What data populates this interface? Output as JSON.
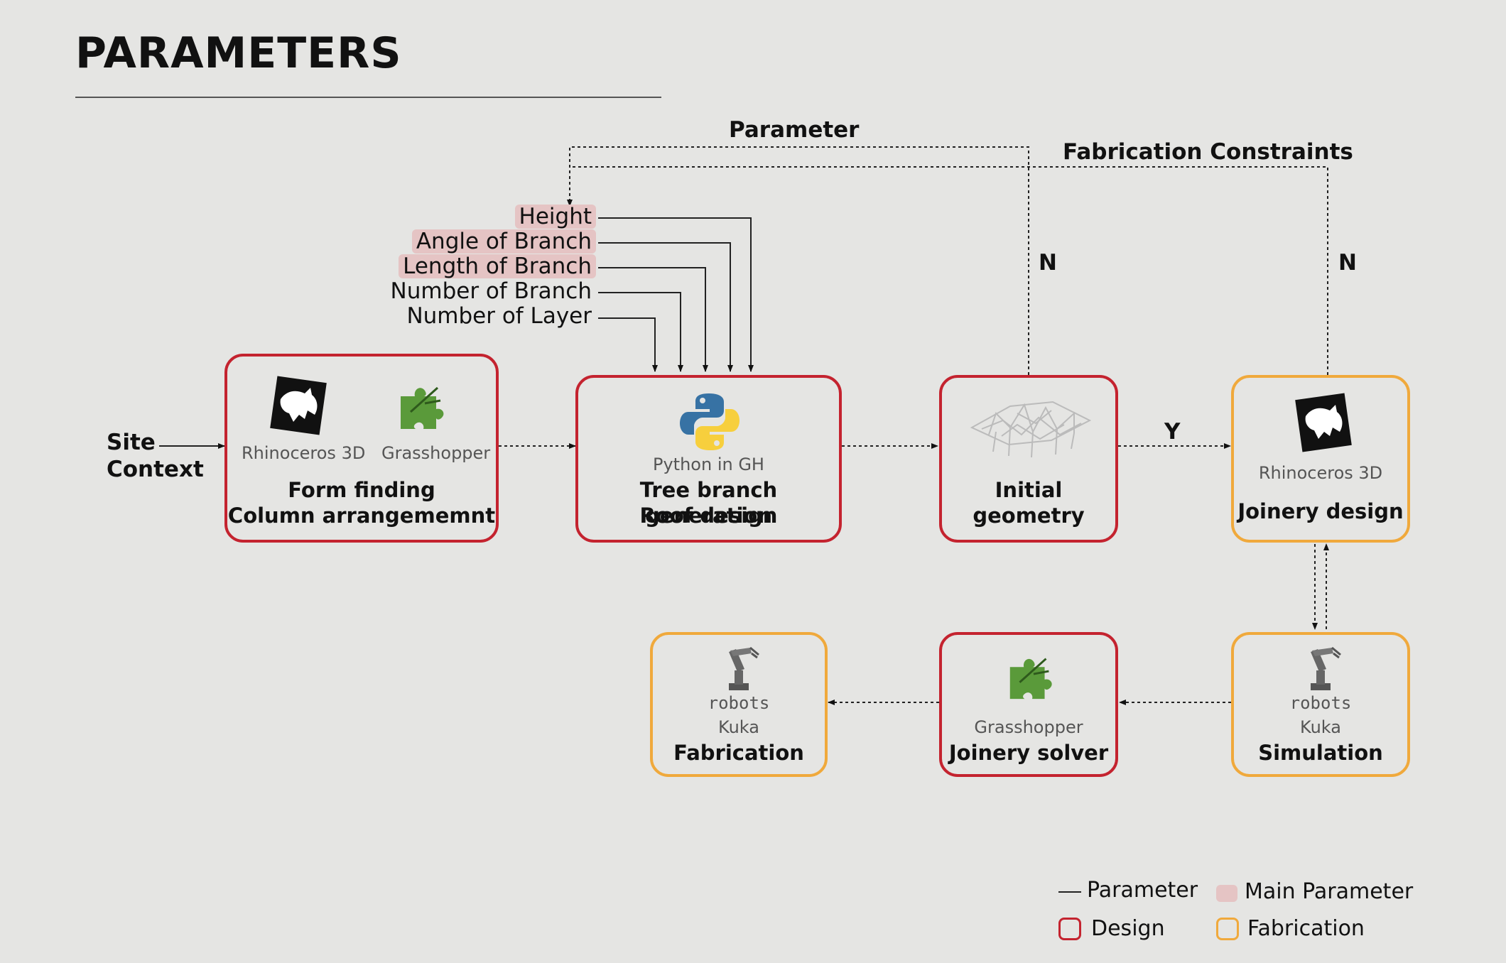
{
  "header": {
    "title": "PARAMETERS"
  },
  "edges": {
    "parameter": "Parameter",
    "fabrication_constraints": "Fabrication Constraints",
    "n1": "N",
    "n2": "N",
    "y": "Y",
    "site_line1": "Site",
    "site_line2": "Context"
  },
  "parameters": [
    {
      "label": "Height",
      "main": true
    },
    {
      "label": "Angle of Branch",
      "main": true
    },
    {
      "label": "Length of Branch",
      "main": true
    },
    {
      "label": "Number of Branch",
      "main": false
    },
    {
      "label": "Number of Layer",
      "main": false
    }
  ],
  "nodes": {
    "form": {
      "tool1": "Rhinoceros 3D",
      "tool2": "Grasshopper",
      "line1": "Form finding",
      "line2": "Column arrangememnt",
      "kind": "Design"
    },
    "tree": {
      "tool": "Python in GH",
      "line1": "Tree branch generation",
      "line2": "Roof design",
      "kind": "Design"
    },
    "initial": {
      "line1": "Initial",
      "line2": "geometry",
      "kind": "Design"
    },
    "joinery": {
      "tool": "Rhinoceros 3D",
      "line1": "Joinery design",
      "kind": "Fabrication"
    },
    "simulation": {
      "tool_mono": "robots",
      "tool": "Kuka",
      "line1": "Simulation",
      "kind": "Fabrication"
    },
    "solver": {
      "tool": "Grasshopper",
      "line1": "Joinery solver",
      "kind": "Design"
    },
    "fabrication": {
      "tool_mono": "robots",
      "tool": "Kuka",
      "line1": "Fabrication",
      "kind": "Fabrication"
    }
  },
  "legend": {
    "parameter": "Parameter",
    "main_parameter": "Main Parameter",
    "design": "Design",
    "fabrication": "Fabrication"
  },
  "colors": {
    "design": "#c4232f",
    "fabrication": "#f0a93c",
    "main_parameter": "#e5c4c4",
    "background": "#e5e5e3"
  }
}
